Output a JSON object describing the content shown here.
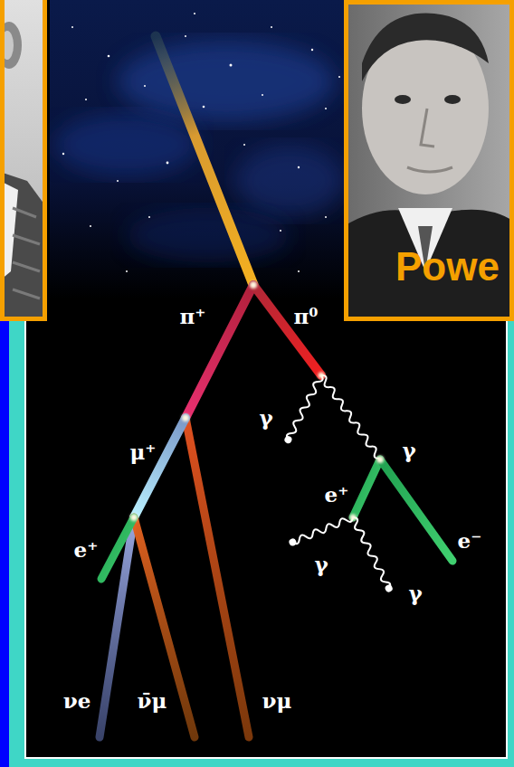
{
  "diagram": {
    "nodes": [
      {
        "text": [
          "Powe"
        ]
      }
    ],
    "labels": [
      "π⁺",
      "π⁰",
      "γ",
      "γ",
      "μ⁺",
      "e⁺",
      "e⁺",
      "e⁻",
      "γ",
      "γ",
      "νe",
      "ν̄μ",
      "νμ"
    ]
  }
}
